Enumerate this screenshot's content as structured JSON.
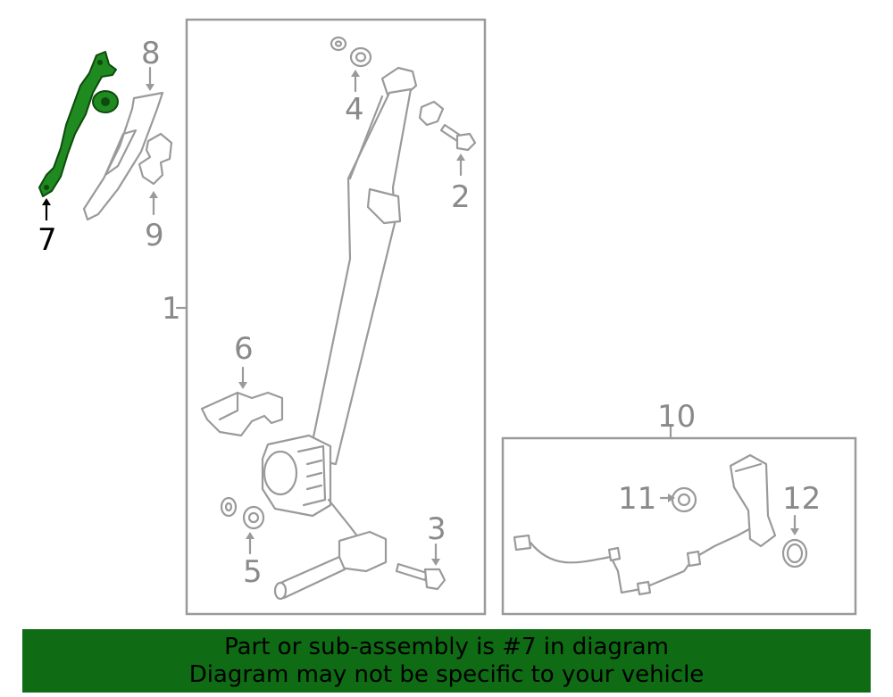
{
  "diagram": {
    "labels": {
      "p1": "1",
      "p2": "2",
      "p3": "3",
      "p4": "4",
      "p5": "5",
      "p6": "6",
      "p7": "7",
      "p8": "8",
      "p9": "9",
      "p10": "10",
      "p11": "11",
      "p12": "12"
    },
    "highlighted_part": "7",
    "colors": {
      "highlight": "#1f8a1f",
      "line": "#9a9a9a",
      "banner": "#0f6b14"
    }
  },
  "banner": {
    "line1": "Part or sub-assembly is #7 in diagram",
    "line2": "Diagram may not be specific to your vehicle"
  }
}
